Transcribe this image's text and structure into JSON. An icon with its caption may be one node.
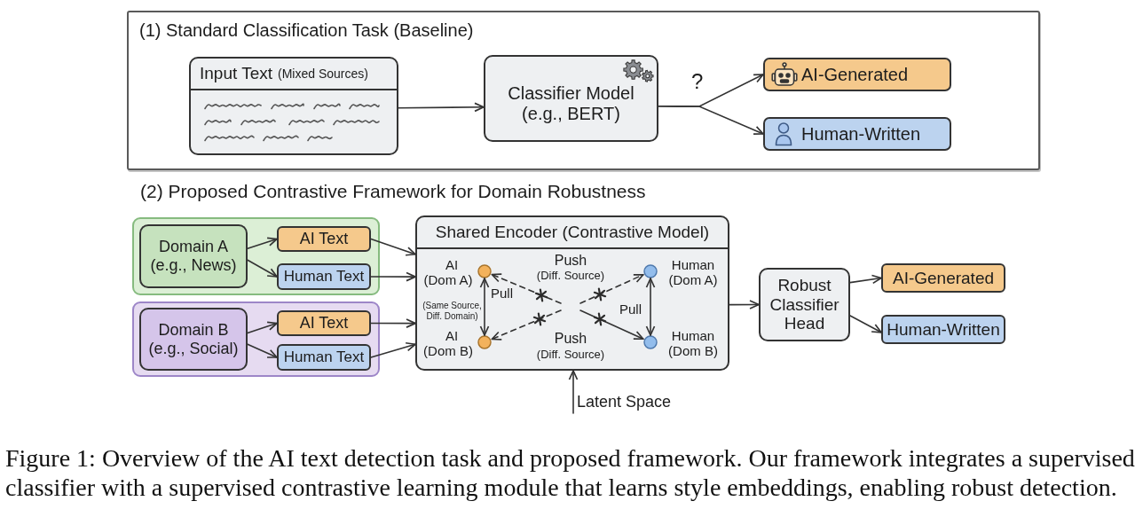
{
  "diagram": {
    "caption": "Figure 1: Overview of the AI text detection task and proposed framework. Our framework integrates a supervised classifier with a supervised contrastive learning module that learns style embeddings, enabling robust detection.",
    "nodes": [
      {
        "text": [
          "(1) Standard Classification Task (Baseline)"
        ]
      },
      {
        "text": [
          "Input Text",
          "(Mixed Sources)"
        ],
        "in": 0
      },
      {
        "text": [
          "Classifier Model (e.g., BERT)"
        ],
        "in": 0
      },
      {
        "text": [
          "AI-Generated"
        ],
        "in": 0
      },
      {
        "text": [
          "Human-Written"
        ],
        "in": 0
      },
      {
        "text": [],
        "shape": "box"
      },
      {
        "text": [
          "Domain A (e.g., News)"
        ],
        "in": 5
      },
      {
        "text": [
          "AI Text"
        ],
        "in": 5
      },
      {
        "text": [
          "Human Text"
        ],
        "in": 5
      },
      {
        "text": [],
        "shape": "box"
      },
      {
        "text": [
          "Domain B (e.g., Social)"
        ],
        "in": 9
      },
      {
        "text": [
          "AI Text"
        ],
        "in": 9
      },
      {
        "text": [
          "Human Text"
        ],
        "in": 9
      },
      {
        "text": [
          "Shared Encoder (Contrastive Model)"
        ]
      },
      {
        "text": [],
        "shape": "circle",
        "in": 13,
        "beside": [
          "AI (Dom A)"
        ]
      },
      {
        "text": [],
        "shape": "circle",
        "in": 13,
        "beside": [
          "Human (Dom A)"
        ]
      },
      {
        "text": [],
        "shape": "circle",
        "in": 13,
        "beside": [
          "AI (Dom B)"
        ]
      },
      {
        "text": [],
        "shape": "circle",
        "in": 13,
        "beside": [
          "Human (Dom B)"
        ]
      },
      {
        "text": [
          "Robust Classifier Head"
        ]
      },
      {
        "text": [
          "AI-Generated"
        ]
      },
      {
        "text": [
          "Human-Written"
        ]
      },
      {
        "text": [
          "Latent Space"
        ]
      }
    ],
    "edges": [
      {
        "from": 1,
        "to": 2,
        "arrow": "to"
      },
      {
        "from": 2,
        "to": 3,
        "arrow": "to"
      },
      {
        "from": 2,
        "to": 4,
        "arrow": "to"
      },
      {
        "from": 6,
        "to": 7,
        "arrow": "to"
      },
      {
        "from": 6,
        "to": 8,
        "arrow": "to"
      },
      {
        "from": 10,
        "to": 11,
        "arrow": "to"
      },
      {
        "from": 10,
        "to": 12,
        "arrow": "to"
      },
      {
        "from": 7,
        "to": 13,
        "arrow": "to"
      },
      {
        "from": 8,
        "to": 13,
        "arrow": "to"
      },
      {
        "from": 11,
        "to": 13,
        "arrow": "to"
      },
      {
        "from": 12,
        "to": 13,
        "arrow": "to"
      },
      {
        "from": 14,
        "to": 16,
        "arrow": "both",
        "label": "Pull"
      },
      {
        "from": 15,
        "to": 17,
        "arrow": "both",
        "label": "Pull"
      },
      {
        "from": null,
        "to": 14,
        "arrow": "to",
        "style": "dashed"
      },
      {
        "from": null,
        "to": 15,
        "arrow": "to",
        "style": "dashed"
      },
      {
        "from": null,
        "to": 16,
        "arrow": "to",
        "style": "dashed"
      },
      {
        "from": null,
        "to": 17,
        "arrow": "to"
      },
      {
        "from": 13,
        "to": 18,
        "arrow": "to"
      },
      {
        "from": 18,
        "to": 19,
        "arrow": "to"
      },
      {
        "from": 18,
        "to": 20,
        "arrow": "to"
      },
      {
        "from": 21,
        "to": 13,
        "arrow": "to"
      }
    ],
    "labels": [
      "?",
      "(2) Proposed Contrastive Framework for Domain Robustness",
      "Push",
      "(Diff. Source)",
      "(Same Source, Diff. Domain)",
      "Push",
      "(Diff. Source)"
    ]
  }
}
